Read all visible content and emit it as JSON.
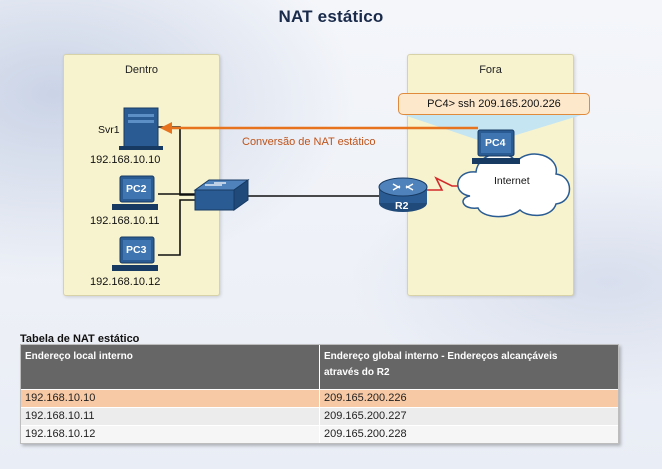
{
  "title": "NAT estático",
  "inside": {
    "label": "Dentro",
    "server": {
      "name": "Svr1",
      "ip": "192.168.10.10"
    },
    "pc2": {
      "name": "PC2",
      "ip": "192.168.10.11"
    },
    "pc3": {
      "name": "PC3",
      "ip": "192.168.10.12"
    }
  },
  "outside": {
    "label": "Fora",
    "command": "PC4> ssh 209.165.200.226",
    "pc4": {
      "name": "PC4"
    },
    "cloud": "Internet"
  },
  "router": "R2",
  "translation_label": "Conversão de NAT estático",
  "colors": {
    "zone": "#f7f3cf",
    "arrow": "#e8731e",
    "device": "#2a5c93",
    "highlight": "#f7c9a5"
  },
  "table": {
    "title": "Tabela de NAT estático",
    "headers": {
      "local": "Endereço local interno",
      "global_line1": "Endereço global interno - Endereços alcançáveis",
      "global_line2": "através do R2"
    },
    "rows": [
      {
        "local": "192.168.10.10",
        "global": "209.165.200.226"
      },
      {
        "local": "192.168.10.11",
        "global": "209.165.200.227"
      },
      {
        "local": "192.168.10.12",
        "global": "209.165.200.228"
      }
    ]
  }
}
